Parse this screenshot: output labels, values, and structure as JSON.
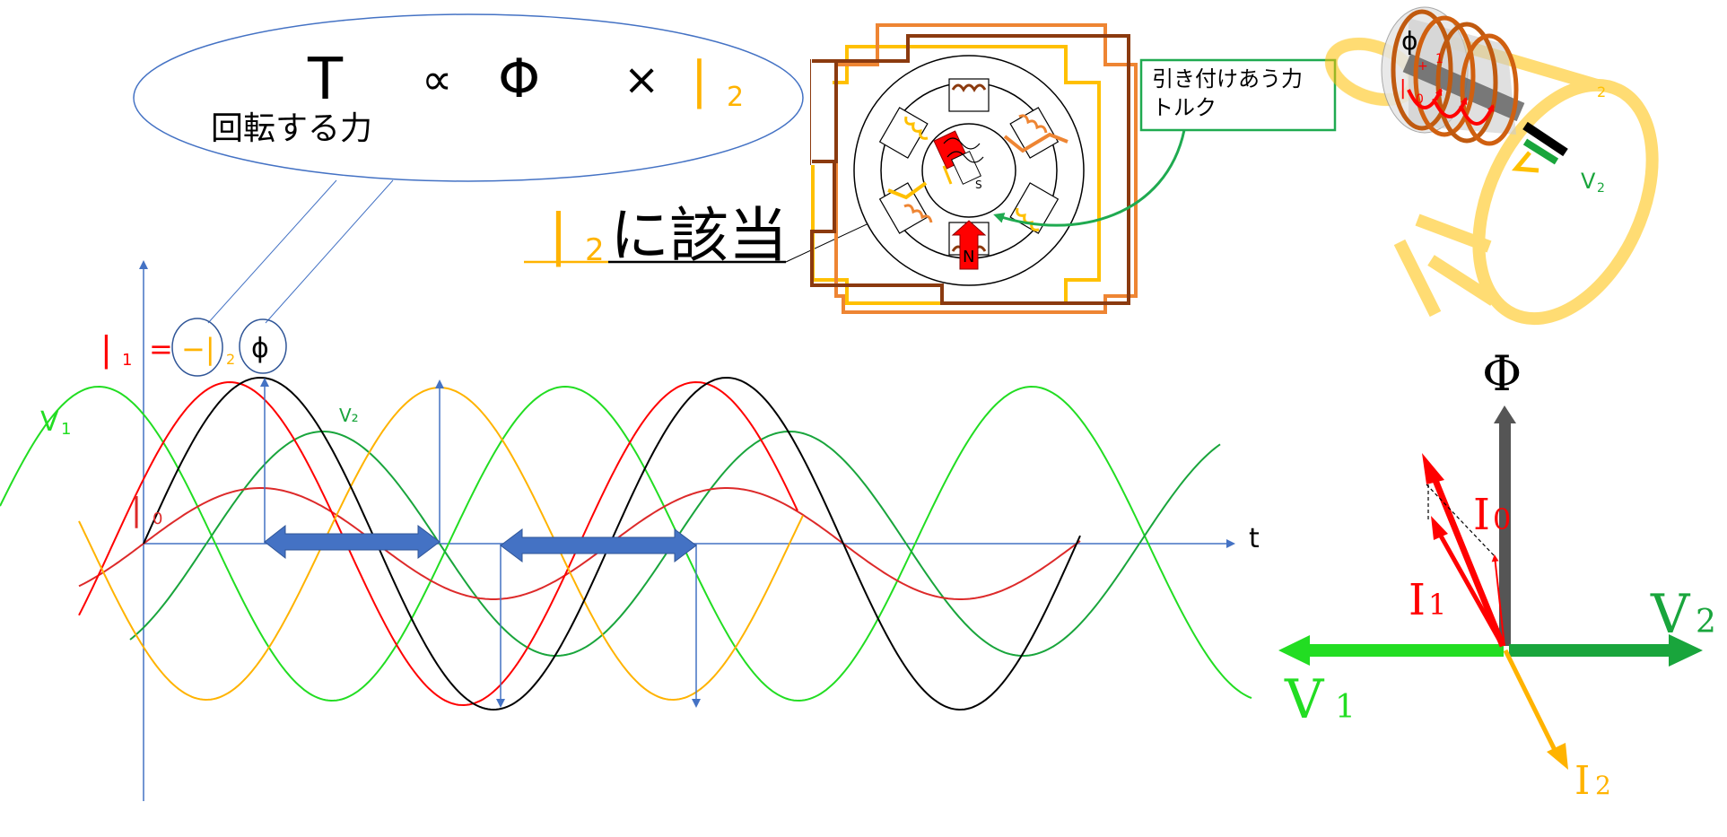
{
  "colors": {
    "v1": "#22dd22",
    "v2": "#19a53c",
    "i0": "#dd2a2a",
    "i1": "#ff0000",
    "i2": "#ffb300",
    "phi": "#000000",
    "axis": "#4472c4",
    "callout_line": "#4472c4",
    "callout_border": "#1faa50",
    "coil_orange": "#ee8533",
    "coil_brown": "#8b3a0f",
    "coil_yellow": "#ffc000",
    "phi_arrow": "#555555",
    "arrow_block": "#4472c4"
  },
  "equation": {
    "t": "T",
    "prop": "∝",
    "phi": "Φ",
    "times": "×",
    "i_letter": "|",
    "i_sub": "2",
    "caption": "回転する力"
  },
  "i2_note": {
    "i_letter": "|",
    "i_sub": "2",
    "text": "に該当"
  },
  "i1_formula": {
    "lhs_letter": "|",
    "lhs_sub": "1",
    "eq": "=",
    "minus_i": "−|",
    "i_sub": "2",
    "phi": "ϕ"
  },
  "wave_labels": {
    "v1": "V",
    "v1_sub": "1",
    "v2": "V₂",
    "i0": "|",
    "i0_sub": "0",
    "t_axis": "t"
  },
  "motor_callout": {
    "line1": "引き付けあう力",
    "line2": "トルク"
  },
  "motor_rotor": {
    "n": "N",
    "s": "S"
  },
  "coil_3d": {
    "phi": "ϕ",
    "i1": "1",
    "i0": "0",
    "i2": "2",
    "v2": "V",
    "v2_sub": "2",
    "plus": "+",
    "i_letter": "|"
  },
  "phasor": {
    "phi": "Φ",
    "v1": "V",
    "v1_sub": "1",
    "v2": "V",
    "v2_sub": "2",
    "i1": "I",
    "i1_sub": "1",
    "i0": "I",
    "i0_sub": "0",
    "i2": "I",
    "i2_sub": "2"
  }
}
